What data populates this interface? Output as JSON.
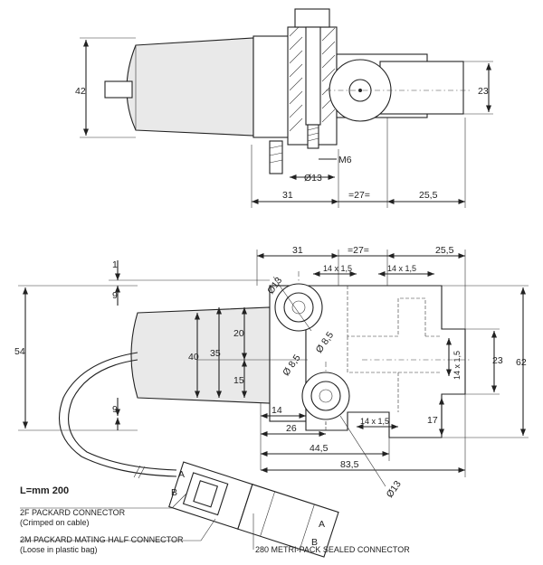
{
  "top_view": {
    "dims": {
      "height_42": "42",
      "height_23": "23",
      "thread_m6": "M6",
      "bore_d13": "Ø13",
      "w31": "31",
      "w27": "=27=",
      "w25_5": "25,5"
    }
  },
  "side_view": {
    "dims": {
      "w31": "31",
      "w27": "=27=",
      "w25_5": "25,5",
      "d13_top": "Ø13",
      "spacing_top_a": "14 x 1,5",
      "spacing_top_b": "14 x 1,5",
      "spacing_bottom": "14 x 1,5",
      "spacing_vertical": "14 x 1,5",
      "v1": "1",
      "v9_top": "9",
      "v9_bottom": "9",
      "h54": "54",
      "d40": "40",
      "h35": "35",
      "h20": "20",
      "h15": "15",
      "d8_5_a": "Ø 8,5",
      "d8_5_b": "Ø 8,5",
      "h23": "23",
      "h62": "62",
      "h17": "17",
      "w14": "14",
      "w26": "26",
      "w44_5": "44,5",
      "w83_5": "83,5",
      "d13_bottom": "Ø13"
    },
    "labels": {
      "cable_length": "L=mm 200",
      "packard_2f": "2F PACKARD CONNECTOR",
      "packard_2f_sub": "(Crimped on cable)",
      "packard_2m": "2M PACKARD MATING HALF CONNECTOR",
      "packard_2m_sub": "(Loose in plastic bag)",
      "metripack": "280 METRI-PACK SEALED CONNECTOR",
      "pin_a": "A",
      "pin_b": "B",
      "pin_a2": "A",
      "pin_b2": "B"
    }
  }
}
